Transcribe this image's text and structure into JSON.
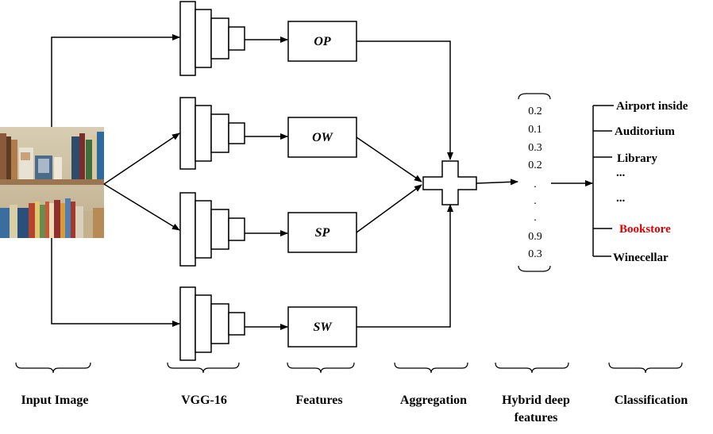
{
  "features": {
    "op": "OP",
    "ow": "OW",
    "sp": "SP",
    "sw": "SW"
  },
  "vector_values": [
    "0.2",
    "0.1",
    "0.3",
    "0.2",
    ".",
    ".",
    ".",
    "0.9",
    "0.3"
  ],
  "classes": [
    {
      "label": "Airport inside",
      "color": "#000000"
    },
    {
      "label": "Auditorium",
      "color": "#000000"
    },
    {
      "label": "Library",
      "color": "#000000"
    },
    {
      "label": "...",
      "color": "#000000"
    },
    {
      "label": "...",
      "color": "#000000"
    },
    {
      "label": "Bookstore",
      "color": "#e00000"
    },
    {
      "label": "Winecellar",
      "color": "#000000"
    }
  ],
  "stages": {
    "input_image": "Input Image",
    "vgg16": "VGG-16",
    "features": "Features",
    "aggregation": "Aggregation",
    "hybrid_line1": "Hybrid deep",
    "hybrid_line2": "features",
    "classification": "Classification"
  }
}
